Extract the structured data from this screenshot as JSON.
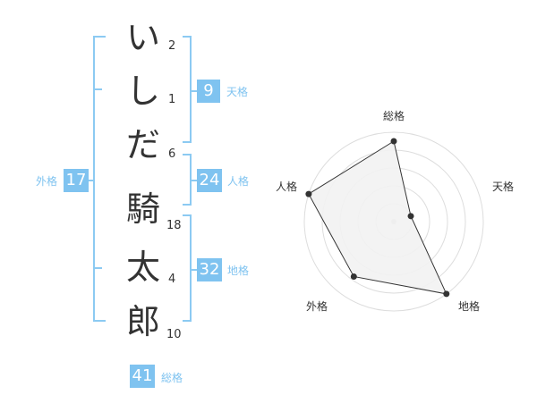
{
  "name_characters": [
    {
      "char": "い",
      "strokes": "2"
    },
    {
      "char": "し",
      "strokes": "1"
    },
    {
      "char": "だ",
      "strokes": "6"
    },
    {
      "char": "騎",
      "strokes": "18"
    },
    {
      "char": "太",
      "strokes": "4"
    },
    {
      "char": "郎",
      "strokes": "10"
    }
  ],
  "kakusu": {
    "tenkaku": {
      "value": "9",
      "label": "天格"
    },
    "jinkaku": {
      "value": "24",
      "label": "人格"
    },
    "chikaku": {
      "value": "32",
      "label": "地格"
    },
    "gaikaku": {
      "value": "17",
      "label": "外格"
    },
    "soukaku": {
      "value": "41",
      "label": "総格"
    }
  },
  "chart_data": {
    "type": "radar",
    "axes": [
      "総格",
      "天格",
      "地格",
      "外格",
      "人格"
    ],
    "values": [
      4.5,
      1.0,
      5.0,
      3.8,
      5.0
    ],
    "range": [
      0,
      5
    ],
    "grid": true,
    "colors": {
      "fill": "#f2f2f2",
      "line": "#333333",
      "grid": "#dddddd"
    }
  }
}
